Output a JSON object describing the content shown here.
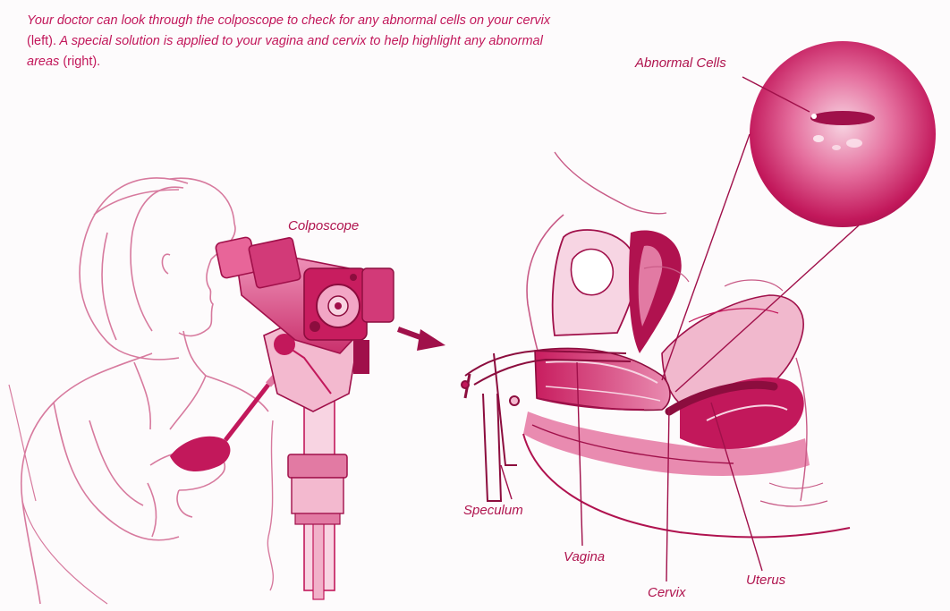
{
  "caption": {
    "part1": "Your doctor can look through the colposcope to check for any abnormal cells on your cervix",
    "part2": "(left).",
    "part3": "A special solution is applied to your vagina and cervix to help highlight any abnormal areas",
    "part4": "(right)."
  },
  "labels": {
    "colposcope": "Colposcope",
    "abnormal_cells": "Abnormal Cells",
    "speculum": "Speculum",
    "vagina": "Vagina",
    "cervix": "Cervix",
    "uterus": "Uterus"
  },
  "colors": {
    "primary": "#c2185b",
    "line": "#d26c93",
    "fill_light": "#f4c6d7",
    "fill_mid": "#e27aa3",
    "fill_dark": "#b0124f"
  }
}
